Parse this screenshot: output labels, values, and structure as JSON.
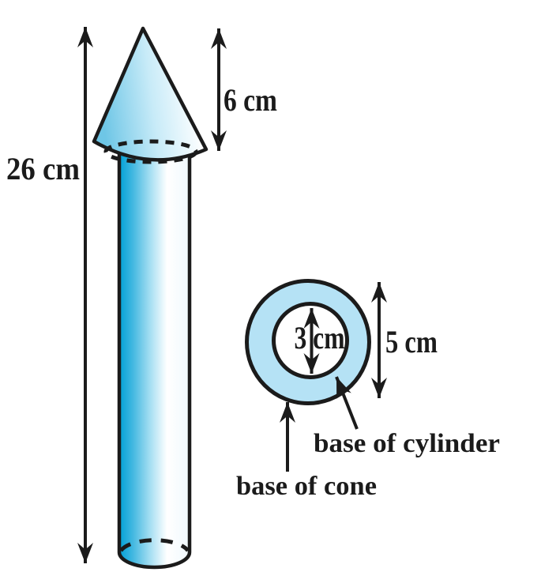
{
  "figure": {
    "dimension_labels": {
      "total_height": "26 cm",
      "cone_height": "6 cm",
      "inner_diameter": "3 cm",
      "outer_diameter": "5 cm"
    },
    "annotation_labels": {
      "base_of_cylinder": "base of cylinder",
      "base_of_cone": "base of cone"
    },
    "colors": {
      "background": "#ffffff",
      "outline": "#1b1b1b",
      "ring_fill": "#b5e2f5",
      "inner_circle_fill": "#ffffff",
      "cylinder_gradient": [
        "#00a1d7",
        "#45b9e1",
        "#a9e0f3",
        "#ffffff",
        "#f0f9fd"
      ],
      "cone_gradient": [
        "#6ec6e6",
        "#c8ebf8",
        "#ffffff"
      ]
    }
  }
}
